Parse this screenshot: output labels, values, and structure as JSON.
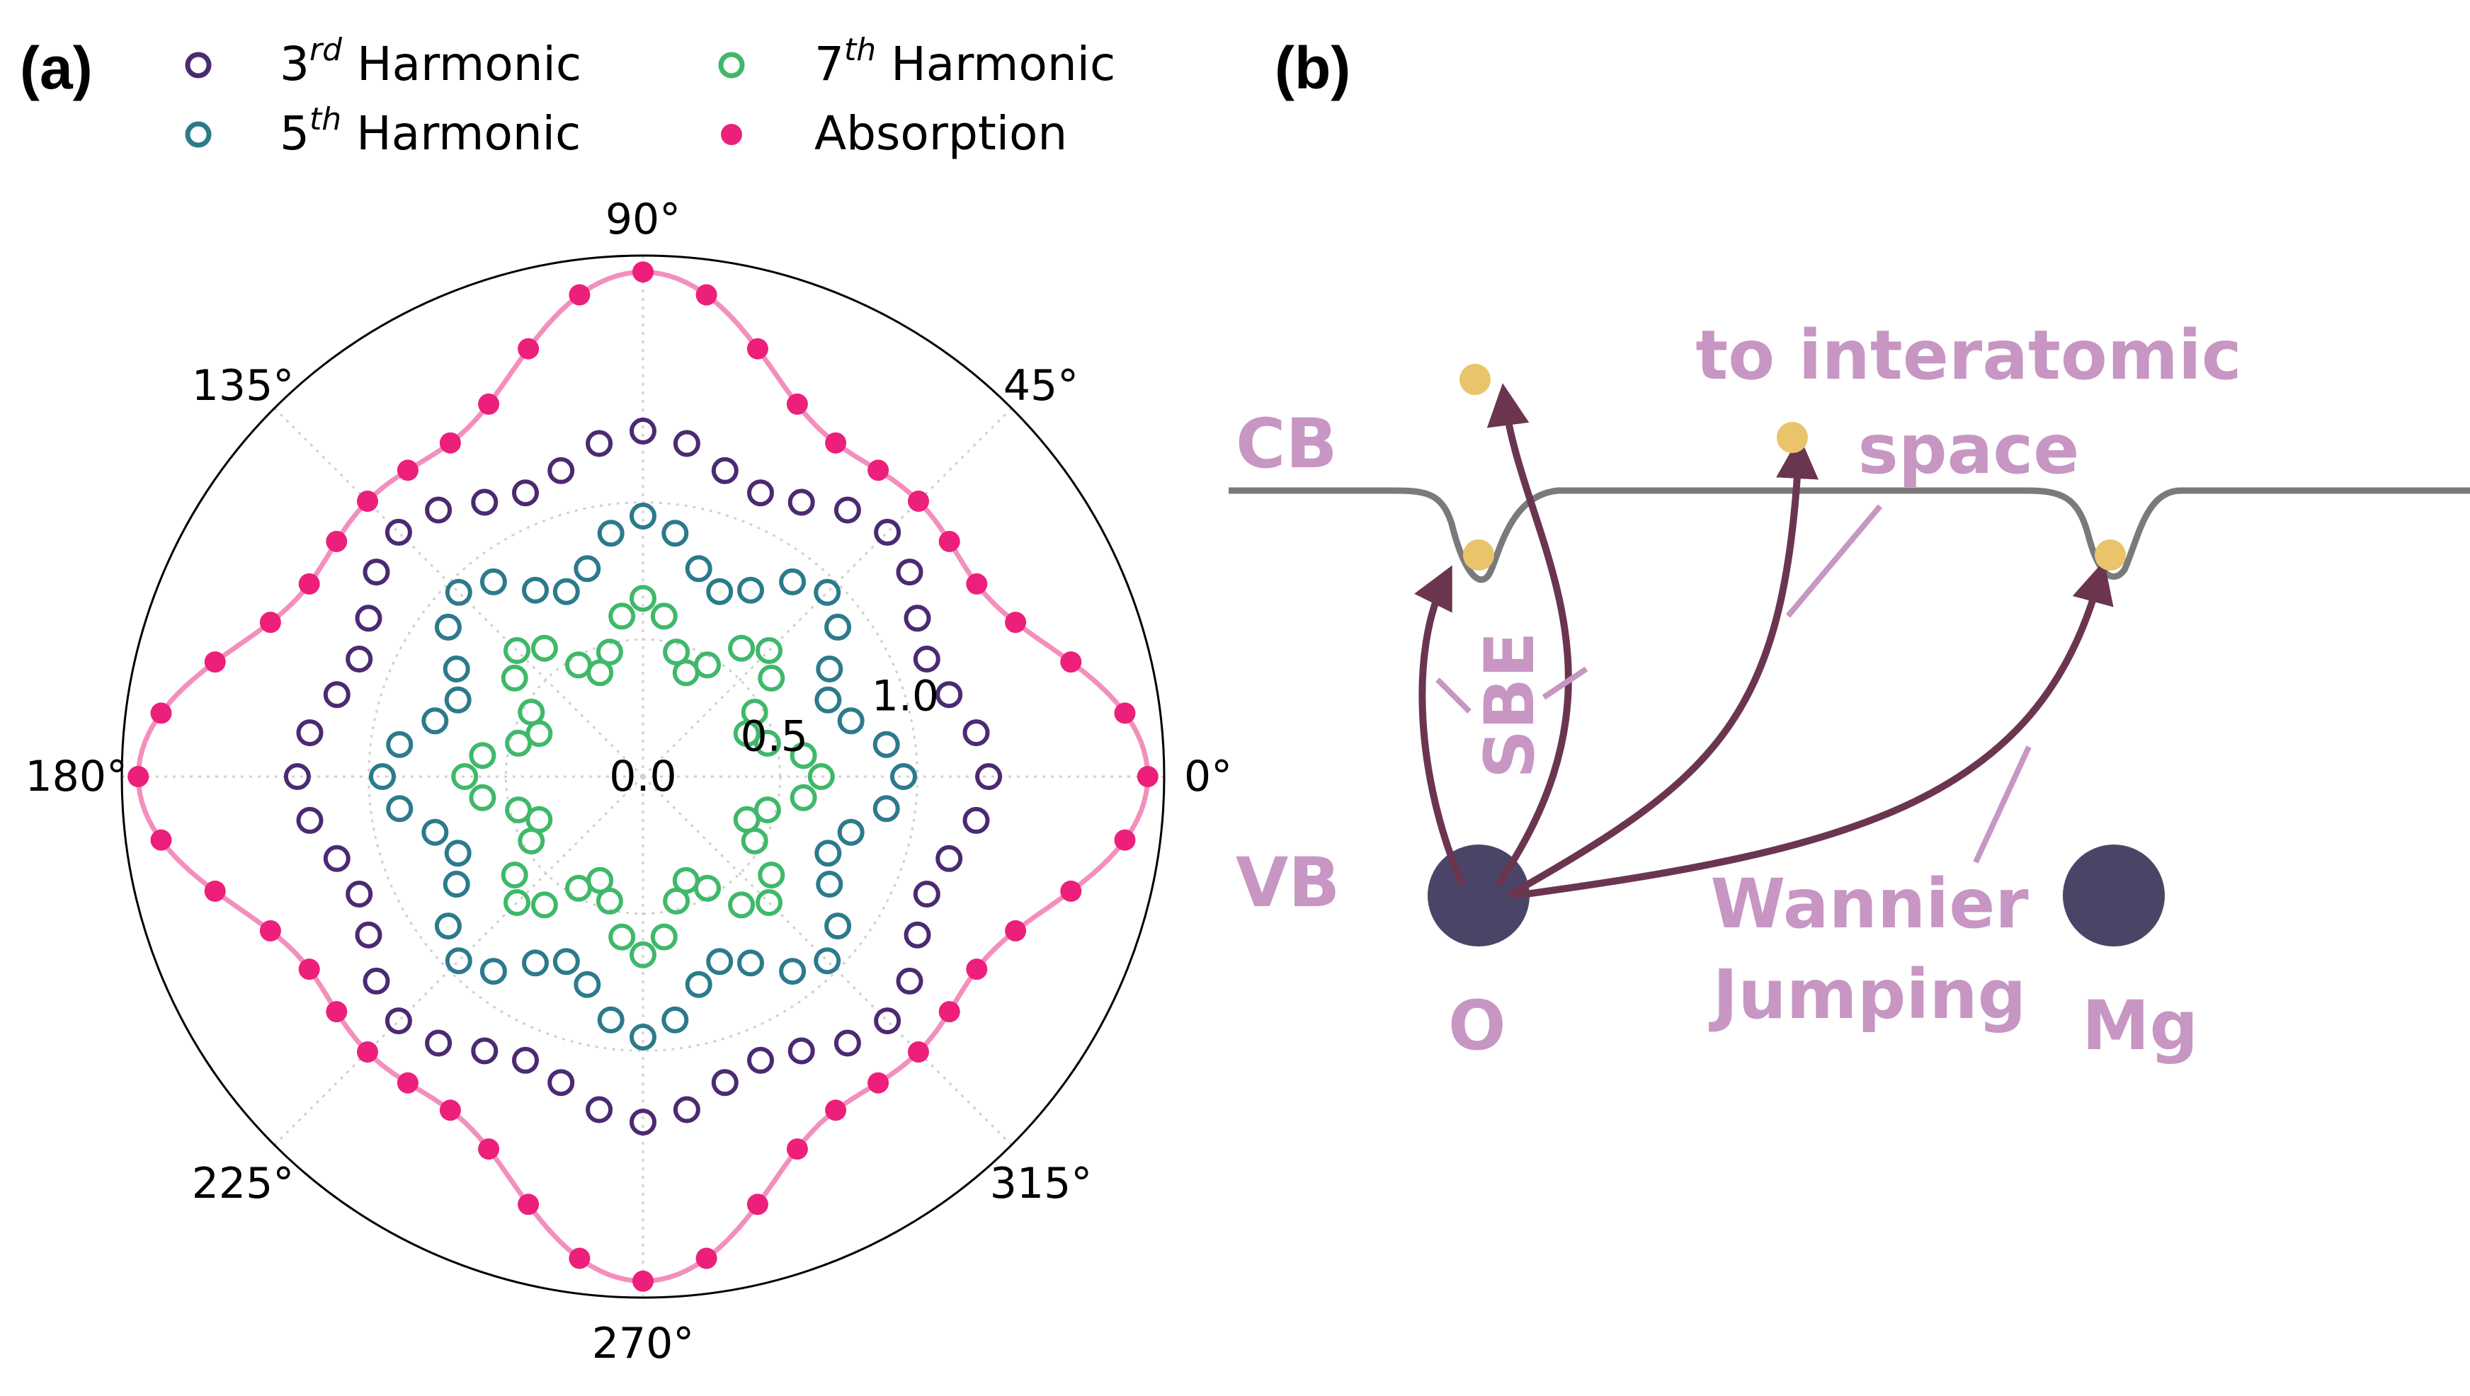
{
  "panels": {
    "a": "(a)",
    "b": "(b)"
  },
  "legend": {
    "third": {
      "base": "3",
      "sup": "rd",
      "rest": " Harmonic"
    },
    "fifth": {
      "base": "5",
      "sup": "th",
      "rest": " Harmonic"
    },
    "seventh": {
      "base": "7",
      "sup": "th",
      "rest": " Harmonic"
    },
    "absorption": "Absorption"
  },
  "chart_data": {
    "type": "polar-scatter",
    "theta_unit": "degrees",
    "theta_ticks": [
      "0°",
      "45°",
      "90°",
      "135°",
      "180°",
      "225°",
      "270°",
      "315°"
    ],
    "r_ticks": [
      "0.0",
      "0.5",
      "1.0"
    ],
    "rlim": [
      0,
      1.9
    ],
    "grid": true,
    "legend_position": "top",
    "series": [
      {
        "name": "3rd Harmonic",
        "marker": "open-circle",
        "color": "#4b2a72",
        "model": {
          "r0": 1.19,
          "a4": 0.0,
          "a8": 0.07,
          "phase8": 0
        },
        "theta_step_deg": 7.5
      },
      {
        "name": "5th Harmonic",
        "marker": "open-circle",
        "color": "#2c7a8c",
        "model": {
          "r0": 0.84,
          "a4": 0.0,
          "a8": 0.11,
          "phase8": 0
        },
        "theta_step_deg": 7.5
      },
      {
        "name": "7th Harmonic",
        "marker": "open-circle",
        "color": "#3fb86a",
        "model": {
          "r0": 0.53,
          "a4": 0.0,
          "a8": 0.12,
          "phase8": 0
        },
        "theta_step_deg": 7.5
      },
      {
        "name": "Absorption",
        "marker": "filled-circle",
        "color": "#ec1f7a",
        "fit_color": "#f38fbd",
        "model": {
          "r0": 1.55,
          "a4": 0.21,
          "a8": 0.08,
          "phase8": 0
        },
        "theta_step_deg": 7.5
      }
    ]
  },
  "diagram": {
    "labels": {
      "cb": "CB",
      "vb": "VB",
      "o": "O",
      "mg": "Mg",
      "sbe": "SBE",
      "interatomic_1": "to interatomic",
      "interatomic_2": "space",
      "wannier_1": "Wannier",
      "wannier_2": "Jumping"
    },
    "colors": {
      "band": "#7a7a7a",
      "arrow": "#6b3550",
      "atom": "#4a4566",
      "electron": "#e9c46a",
      "label": "#c796c3"
    }
  }
}
